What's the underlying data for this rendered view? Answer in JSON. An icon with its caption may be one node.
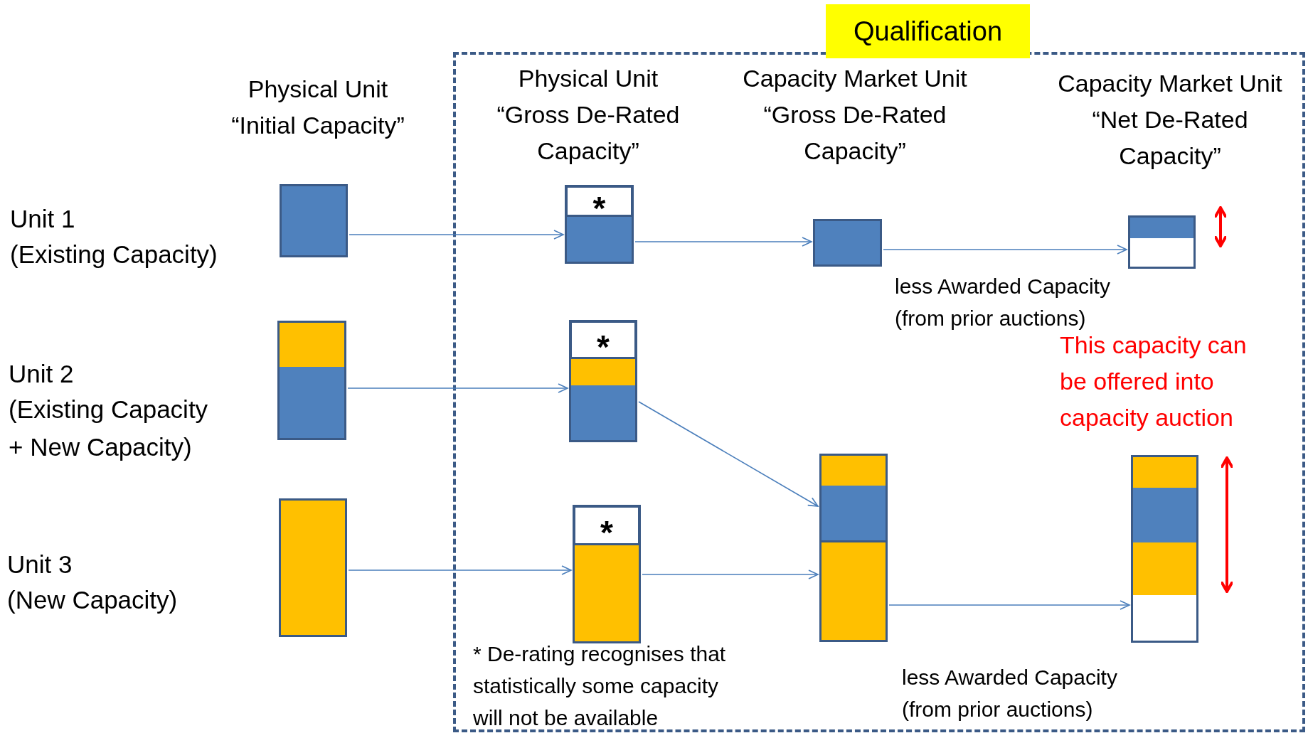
{
  "diagram": {
    "nodes": [
      {
        "text": [
          "Qualification"
        ]
      },
      {
        "text": [],
        "shape": "bar"
      },
      {
        "text": [],
        "shape": "bar"
      },
      {
        "text": [],
        "shape": "bar"
      },
      {
        "text": [],
        "shape": "bar",
        "in": 0
      },
      {
        "text": [
          "*"
        ],
        "in": 4
      },
      {
        "text": [],
        "shape": "bar",
        "in": 0
      },
      {
        "text": [
          "*"
        ],
        "in": 6
      },
      {
        "text": [],
        "shape": "bar",
        "in": 0
      },
      {
        "text": [
          "*"
        ],
        "in": 8
      },
      {
        "text": [],
        "shape": "bar",
        "in": 0
      },
      {
        "text": [],
        "shape": "bar",
        "in": 0
      },
      {
        "text": [],
        "shape": "bar",
        "in": 0
      },
      {
        "text": [],
        "shape": "bar",
        "in": 0
      }
    ],
    "edges": [
      {
        "from": 1,
        "to": 4,
        "arrow": "to"
      },
      {
        "from": 2,
        "to": 6,
        "arrow": "to"
      },
      {
        "from": 3,
        "to": 8,
        "arrow": "to"
      },
      {
        "from": 4,
        "to": 10,
        "arrow": "to"
      },
      {
        "from": 6,
        "to": 11,
        "arrow": "to"
      },
      {
        "from": 8,
        "to": 11,
        "arrow": "to"
      },
      {
        "from": 10,
        "to": 12,
        "arrow": "to"
      },
      {
        "from": 11,
        "to": 13,
        "arrow": "to"
      }
    ],
    "labels": [
      "Physical Unit “Initial Capacity”",
      "Physical Unit “Gross De-Rated Capacity”",
      "Capacity Market Unit “Gross De-Rated Capacity”",
      "Capacity Market Unit “Net De-Rated Capacity”",
      "Unit 1",
      "(Existing Capacity)",
      "less Awarded Capacity (from prior auctions)",
      "This capacity can be offered into capacity auction",
      "Unit 2",
      "(Existing Capacity + New Capacity)",
      "Unit 3",
      "(New Capacity)",
      "* De-rating recognises that statistically some capacity will not be available",
      "less Awarded Capacity (from prior auctions)"
    ]
  }
}
